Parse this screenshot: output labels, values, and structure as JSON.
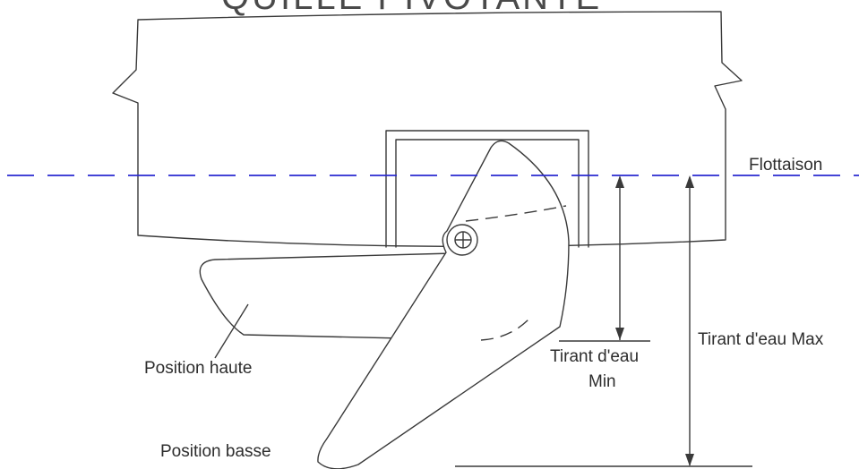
{
  "title": "QUILLE PIVOTANTE",
  "labels": {
    "waterline": "Flottaison",
    "draft_min_line1": "Tirant d'eau",
    "draft_min_line2": "Min",
    "draft_max": "Tirant d'eau Max",
    "position_high": "Position haute",
    "position_low": "Position basse"
  },
  "colors": {
    "waterline": "#2a2ad0",
    "stroke": "#3a3a3a",
    "text": "#2d2d2d"
  },
  "icons": {
    "pivot": "pivot-crosshair-icon",
    "arrow": "dimension-arrow-icon"
  }
}
